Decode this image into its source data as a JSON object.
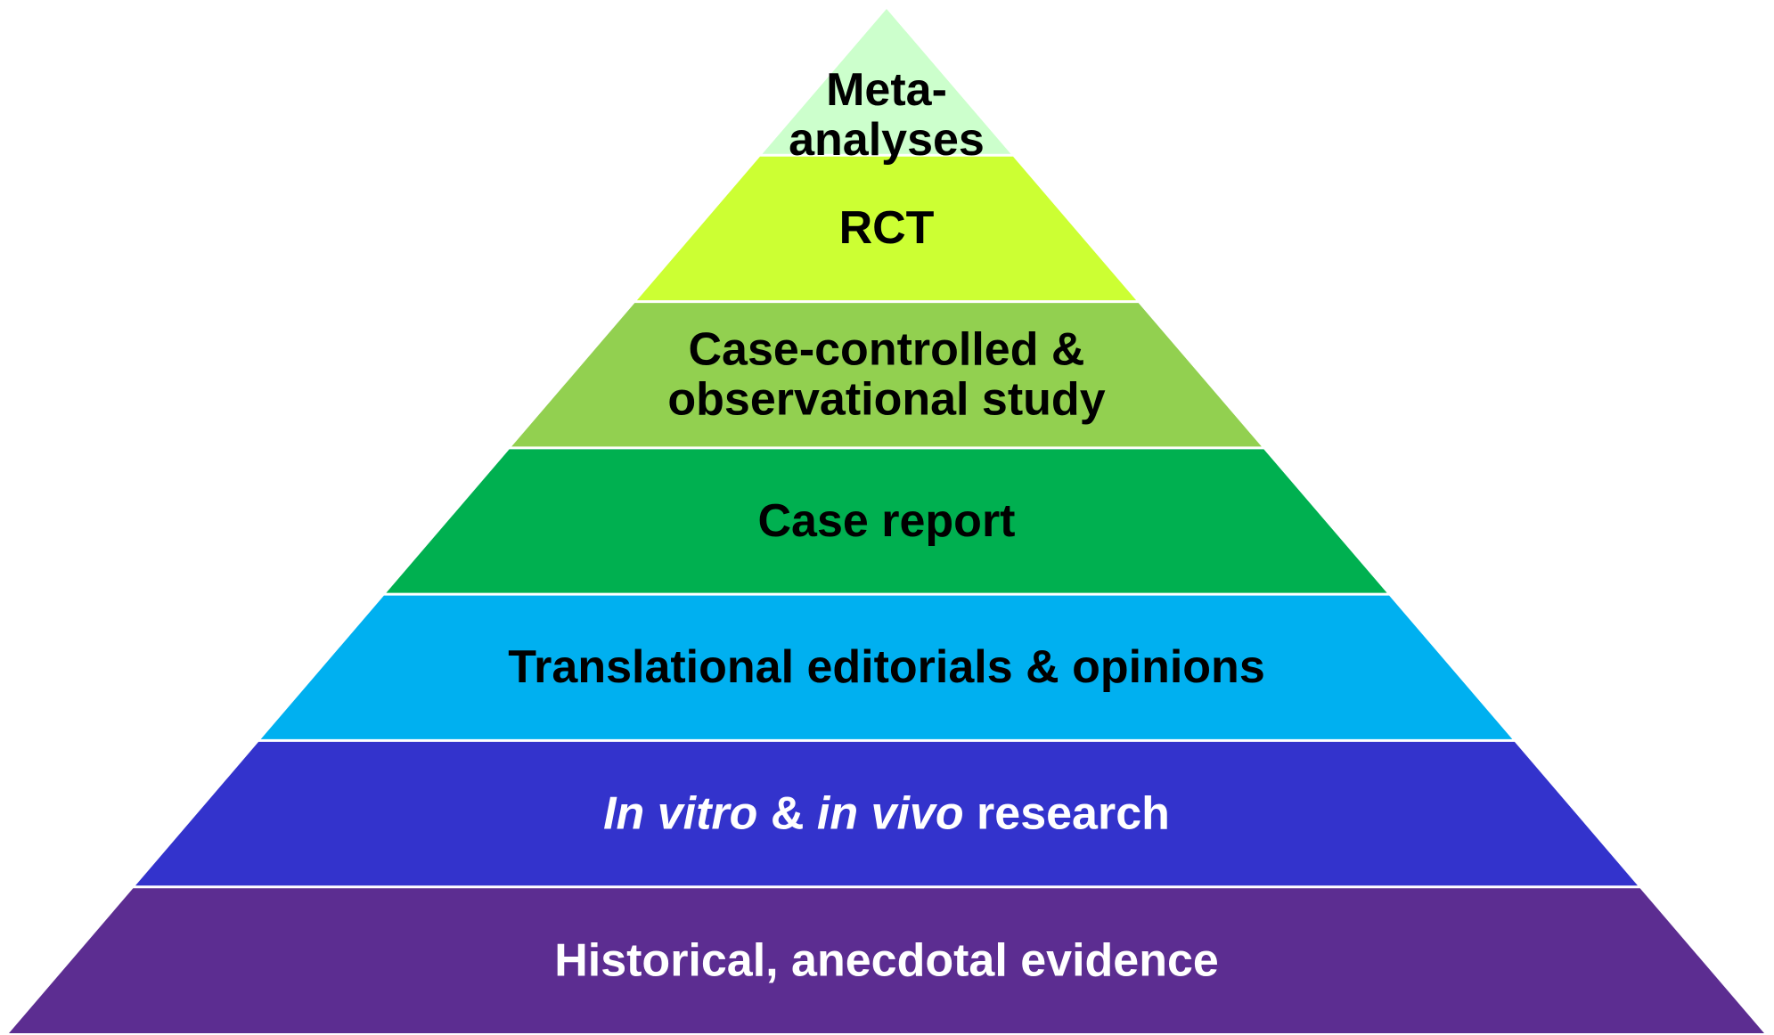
{
  "tiers": [
    {
      "id": "meta-analyses",
      "lines": [
        [
          {
            "text": "Meta-"
          }
        ],
        [
          {
            "text": "analyses"
          }
        ]
      ],
      "fill": "#ccffcc",
      "text_color": "#000000"
    },
    {
      "id": "rct",
      "lines": [
        [
          {
            "text": "RCT"
          }
        ]
      ],
      "fill": "#ccff33",
      "text_color": "#000000"
    },
    {
      "id": "case-controlled-observational",
      "lines": [
        [
          {
            "text": "Case-controlled &"
          }
        ],
        [
          {
            "text": "observational study"
          }
        ]
      ],
      "fill": "#92d050",
      "text_color": "#000000"
    },
    {
      "id": "case-report",
      "lines": [
        [
          {
            "text": "Case report"
          }
        ]
      ],
      "fill": "#00b050",
      "text_color": "#000000"
    },
    {
      "id": "translational-editorials",
      "lines": [
        [
          {
            "text": "Translational editorials & opinions"
          }
        ]
      ],
      "fill": "#00b0f0",
      "text_color": "#000000"
    },
    {
      "id": "in-vitro-in-vivo",
      "lines": [
        [
          {
            "text": "In vitro",
            "italic": true
          },
          {
            "text": " & "
          },
          {
            "text": "in vivo",
            "italic": true
          },
          {
            "text": " research"
          }
        ]
      ],
      "fill": "#3333cc",
      "text_color": "#ffffff"
    },
    {
      "id": "historical-anecdotal",
      "lines": [
        [
          {
            "text": "Historical, anecdotal evidence"
          }
        ]
      ],
      "fill": "#5c2d91",
      "text_color": "#ffffff"
    }
  ]
}
